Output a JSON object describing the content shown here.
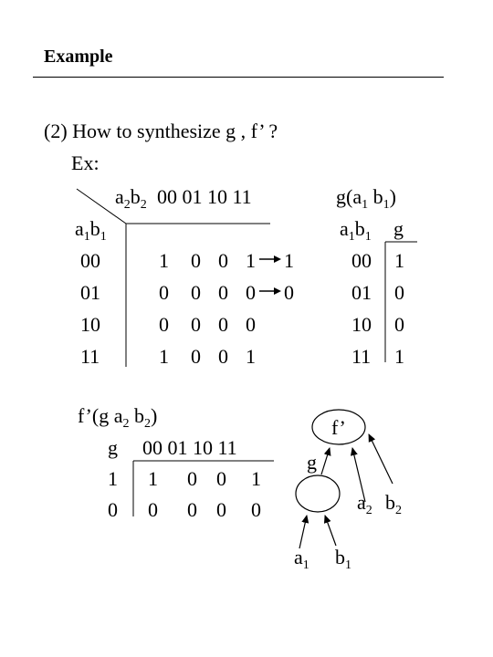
{
  "slide": {
    "title": "Example",
    "question": "(2) How to synthesize  g ,  f’ ?",
    "ex_label": "Ex:"
  },
  "table1": {
    "col_vars": {
      "a": "a",
      "s1": "2",
      "b": "b",
      "s2": "2"
    },
    "col_values": "00  01 10 11",
    "row_vars": {
      "a": "a",
      "s1": "1",
      "b": "b",
      "s2": "1"
    },
    "row_labels": [
      "00",
      "01",
      "10",
      "11"
    ],
    "rows": [
      [
        "1",
        "0",
        "0",
        "1"
      ],
      [
        "0",
        "0",
        "0",
        "0"
      ],
      [
        "0",
        "0",
        "0",
        "0"
      ],
      [
        "1",
        "0",
        "0",
        "1"
      ]
    ],
    "arrow_results": [
      "1",
      "0"
    ]
  },
  "gtable": {
    "title": {
      "pre": "g(a",
      "s1": "1",
      "mid": " b",
      "s2": "1",
      "post": ")"
    },
    "row_vars": {
      "a": "a",
      "s1": "1",
      "b": "b",
      "s2": "1"
    },
    "col_header": "g",
    "row_labels": [
      "00",
      "01",
      "10",
      "11"
    ],
    "values": [
      "1",
      "0",
      "0",
      "1"
    ]
  },
  "ftable": {
    "title": {
      "pre": "f’(g a",
      "s1": "2",
      "mid": " b",
      "s2": "2",
      "post": ")"
    },
    "corner": "g",
    "col_values": "00  01 10 11",
    "row_labels": [
      "1",
      "0"
    ],
    "rows": [
      [
        "1",
        "0",
        "0",
        "1"
      ],
      [
        "0",
        "0",
        "0",
        "0"
      ]
    ]
  },
  "diagram": {
    "top_node_label": "f’",
    "g_edge_label": "g",
    "a2": {
      "v": "a",
      "s": "2"
    },
    "b2": {
      "v": "b",
      "s": "2"
    },
    "a1": {
      "v": "a",
      "s": "1"
    },
    "b1": {
      "v": "b",
      "s": "1"
    }
  }
}
